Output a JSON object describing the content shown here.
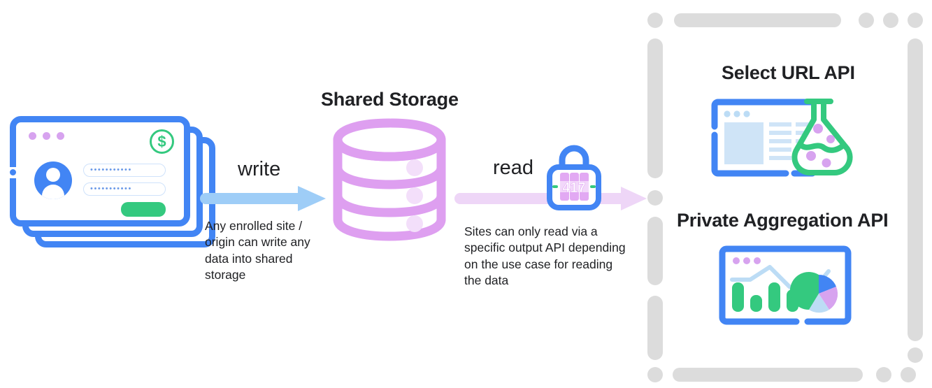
{
  "diagram": {
    "title_center": "Shared Storage",
    "flow": {
      "write": {
        "label": "write",
        "caption": "Any enrolled site / origin can write any data into shared storage",
        "arrow_color": "#9ecdf7",
        "arrow_icon": "arrow-right-icon"
      },
      "read": {
        "label": "read",
        "caption": "Sites can only read via a specific output API depending on the use case for reading the data",
        "arrow_color": "#eed6f7",
        "arrow_icon": "arrow-right-icon",
        "lock": {
          "icon": "combination-lock-icon",
          "digits": "417",
          "body_color": "#4285f4",
          "wheel_color": "#e2a9f3"
        }
      }
    },
    "source": {
      "icon": "stacked-browser-windows-icon",
      "card_border_color": "#4285f4",
      "window_dots": [
        "dot-purple",
        "dot-purple",
        "dot-purple"
      ],
      "money_badge_icon": "dollar-circle-icon",
      "money_badge_glyph": "$",
      "money_badge_color": "#34c97f",
      "avatar_icon": "user-avatar-icon",
      "avatar_color": "#4285f4",
      "fields": [
        "•••••••••••",
        "•••••••••••"
      ],
      "submit_button_color": "#34c97f",
      "card_count": 3
    },
    "storage": {
      "icon": "database-cylinder-icon",
      "color": "#de9ff0",
      "bands": 3,
      "band_dot_color": "#f3dffa"
    },
    "output_panel": {
      "border_style": "dashed-rounded-segments",
      "border_color": "#dcdcdc",
      "apis": [
        {
          "title": "Select URL API",
          "icon": "browser-window-with-flask-icon",
          "window_color": "#4285f4",
          "flask_color": "#34c97f",
          "bubble_color": "#d7a3ef",
          "bubble_count": 4,
          "window_dots": 3
        },
        {
          "title": "Private Aggregation API",
          "icon": "dashboard-charts-icon",
          "window_color": "#4285f4",
          "window_dots": 3,
          "line_color": "#bcdcf5",
          "bar_color": "#34c97f",
          "bars": [
            4,
            1,
            4,
            2
          ],
          "pie": {
            "slices": [
              {
                "label": "green",
                "color": "#34c97f",
                "value": 42
              },
              {
                "label": "blue",
                "color": "#4285f4",
                "value": 22
              },
              {
                "label": "purple",
                "color": "#d7a3ef",
                "value": 20
              },
              {
                "label": "light-blue",
                "color": "#bcdcf5",
                "value": 16
              }
            ]
          }
        }
      ]
    }
  }
}
